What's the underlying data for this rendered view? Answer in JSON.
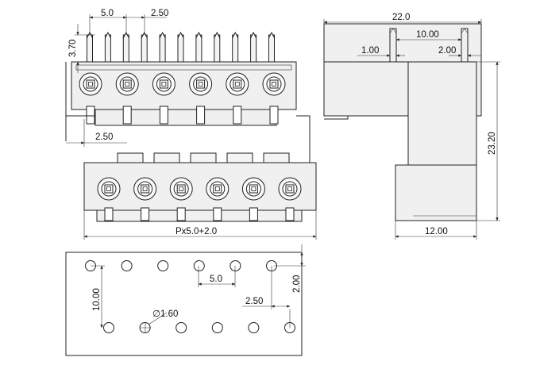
{
  "top_view": {
    "dims": {
      "pitch": "5.0",
      "pin_offset": "2.50",
      "pin_height": "3.70",
      "side_offset": "2.50",
      "overall_length": "Px5.0+2.0"
    },
    "pin_count": 11,
    "screw_count": 6
  },
  "side_view": {
    "dims": {
      "total_width": "22.0",
      "pin_spacing": "10.00",
      "left_offset": "1.00",
      "right_offset": "2.00",
      "height": "23.20",
      "bottom_width": "12.00"
    }
  },
  "pcb_layout": {
    "dims": {
      "pitch": "5.0",
      "row_spacing": "10.00",
      "edge_offset": "2.00",
      "stagger": "2.50",
      "hole_diameter": "∅1.60"
    },
    "top_row_count": 6,
    "bottom_row_count": 6
  }
}
